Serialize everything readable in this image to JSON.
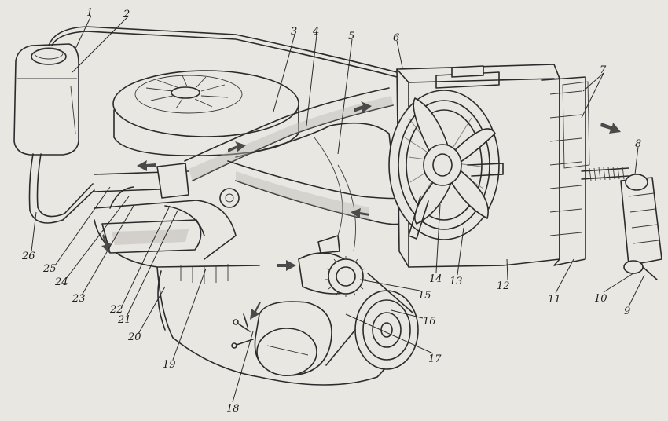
{
  "diagram": {
    "callouts": [
      "1",
      "2",
      "3",
      "4",
      "5",
      "6",
      "7",
      "8",
      "9",
      "10",
      "11",
      "12",
      "13",
      "14",
      "15",
      "16",
      "17",
      "18",
      "19",
      "20",
      "21",
      "22",
      "23",
      "24",
      "25",
      "26"
    ]
  }
}
